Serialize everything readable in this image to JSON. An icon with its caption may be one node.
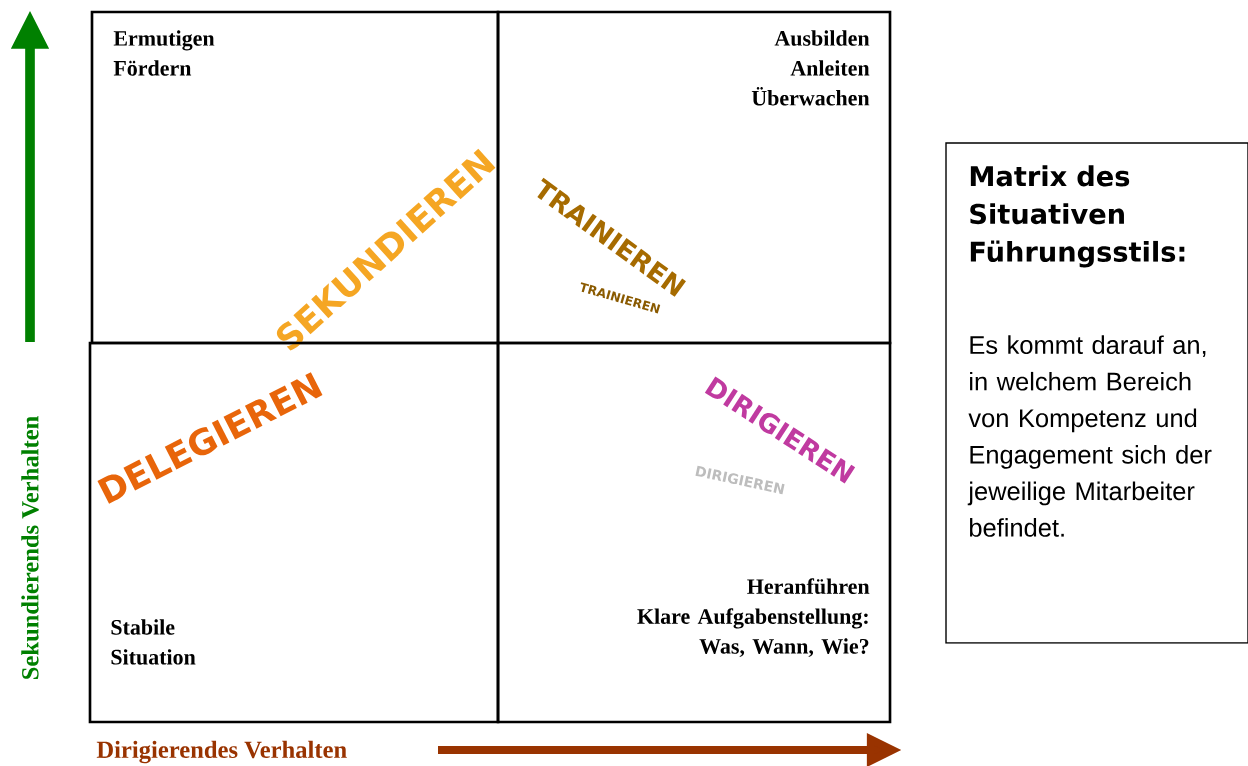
{
  "diagram": {
    "nodes": [
      {
        "text": [
          "Ermutigen Fördern",
          "SEKUNDIEREN"
        ]
      },
      {
        "text": [
          "Ausbilden Anleiten Überwachen",
          "TRAINIEREN",
          "TRAINIEREN"
        ]
      },
      {
        "text": [
          "Stabile Situation",
          "DELEGIEREN"
        ]
      },
      {
        "text": [
          "Heranführen",
          "Klare Aufgabenstellung: Was, Wann, Wie?",
          "DIRIGIEREN",
          "DIRIGIEREN"
        ]
      },
      {
        "text": [
          "Matrix des Situativen Führungsstils:",
          "Es kommt darauf an, in welchem Bereich von Kompetenz und Engagement sich der jeweilige Mitarbeiter befindet."
        ]
      }
    ],
    "labels": [
      "Sekundierends Verhalten",
      "Dirigierendes Verhalten"
    ]
  }
}
